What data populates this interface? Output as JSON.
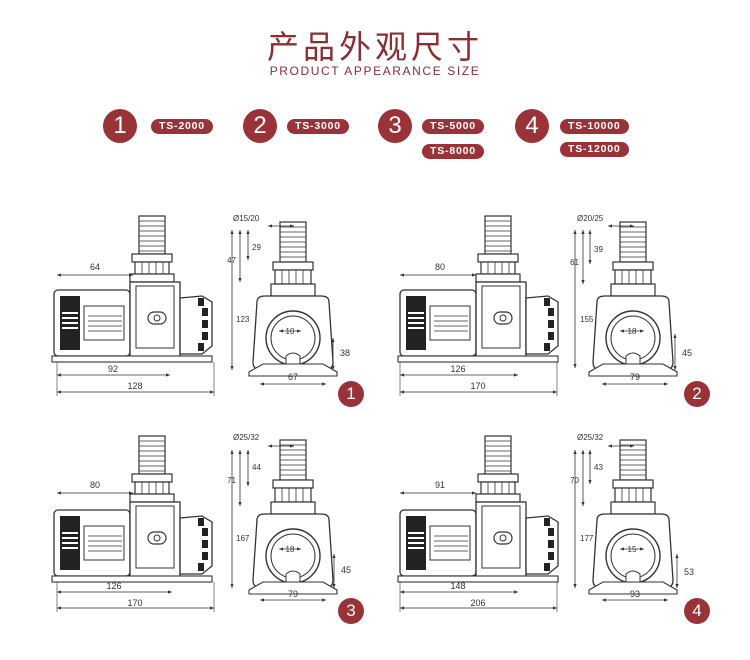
{
  "header": {
    "title": "产品外观尺寸",
    "subtitle": "PRODUCT APPEARANCE SIZE"
  },
  "colors": {
    "accent": "#9a3338",
    "line": "#333333"
  },
  "legend": [
    {
      "number": "1",
      "models": [
        "TS-2000"
      ]
    },
    {
      "number": "2",
      "models": [
        "TS-3000"
      ]
    },
    {
      "number": "3",
      "models": [
        "TS-5000",
        "TS-8000"
      ]
    },
    {
      "number": "4",
      "models": [
        "TS-10000",
        "TS-12000"
      ]
    }
  ],
  "drawings": [
    {
      "number": "1",
      "side": {
        "width_top": "64",
        "body": "92",
        "total": "128"
      },
      "front": {
        "outlet": "Ø15/20",
        "d1": "29",
        "d2": "47",
        "height": "123",
        "inlet": "10",
        "center": "38",
        "width": "67"
      }
    },
    {
      "number": "2",
      "side": {
        "width_top": "80",
        "body": "126",
        "total": "170"
      },
      "front": {
        "outlet": "Ø20/25",
        "d1": "39",
        "d2": "61",
        "height": "155",
        "inlet": "18",
        "center": "45",
        "width": "79"
      }
    },
    {
      "number": "3",
      "side": {
        "width_top": "80",
        "body": "126",
        "total": "170"
      },
      "front": {
        "outlet": "Ø25/32",
        "d1": "44",
        "d2": "71",
        "height": "167",
        "inlet": "18",
        "center": "45",
        "width": "79"
      }
    },
    {
      "number": "4",
      "side": {
        "width_top": "91",
        "body": "148",
        "total": "206"
      },
      "front": {
        "outlet": "Ø25/32",
        "d1": "43",
        "d2": "70",
        "height": "177",
        "inlet": "15",
        "center": "53",
        "width": "93"
      }
    }
  ]
}
